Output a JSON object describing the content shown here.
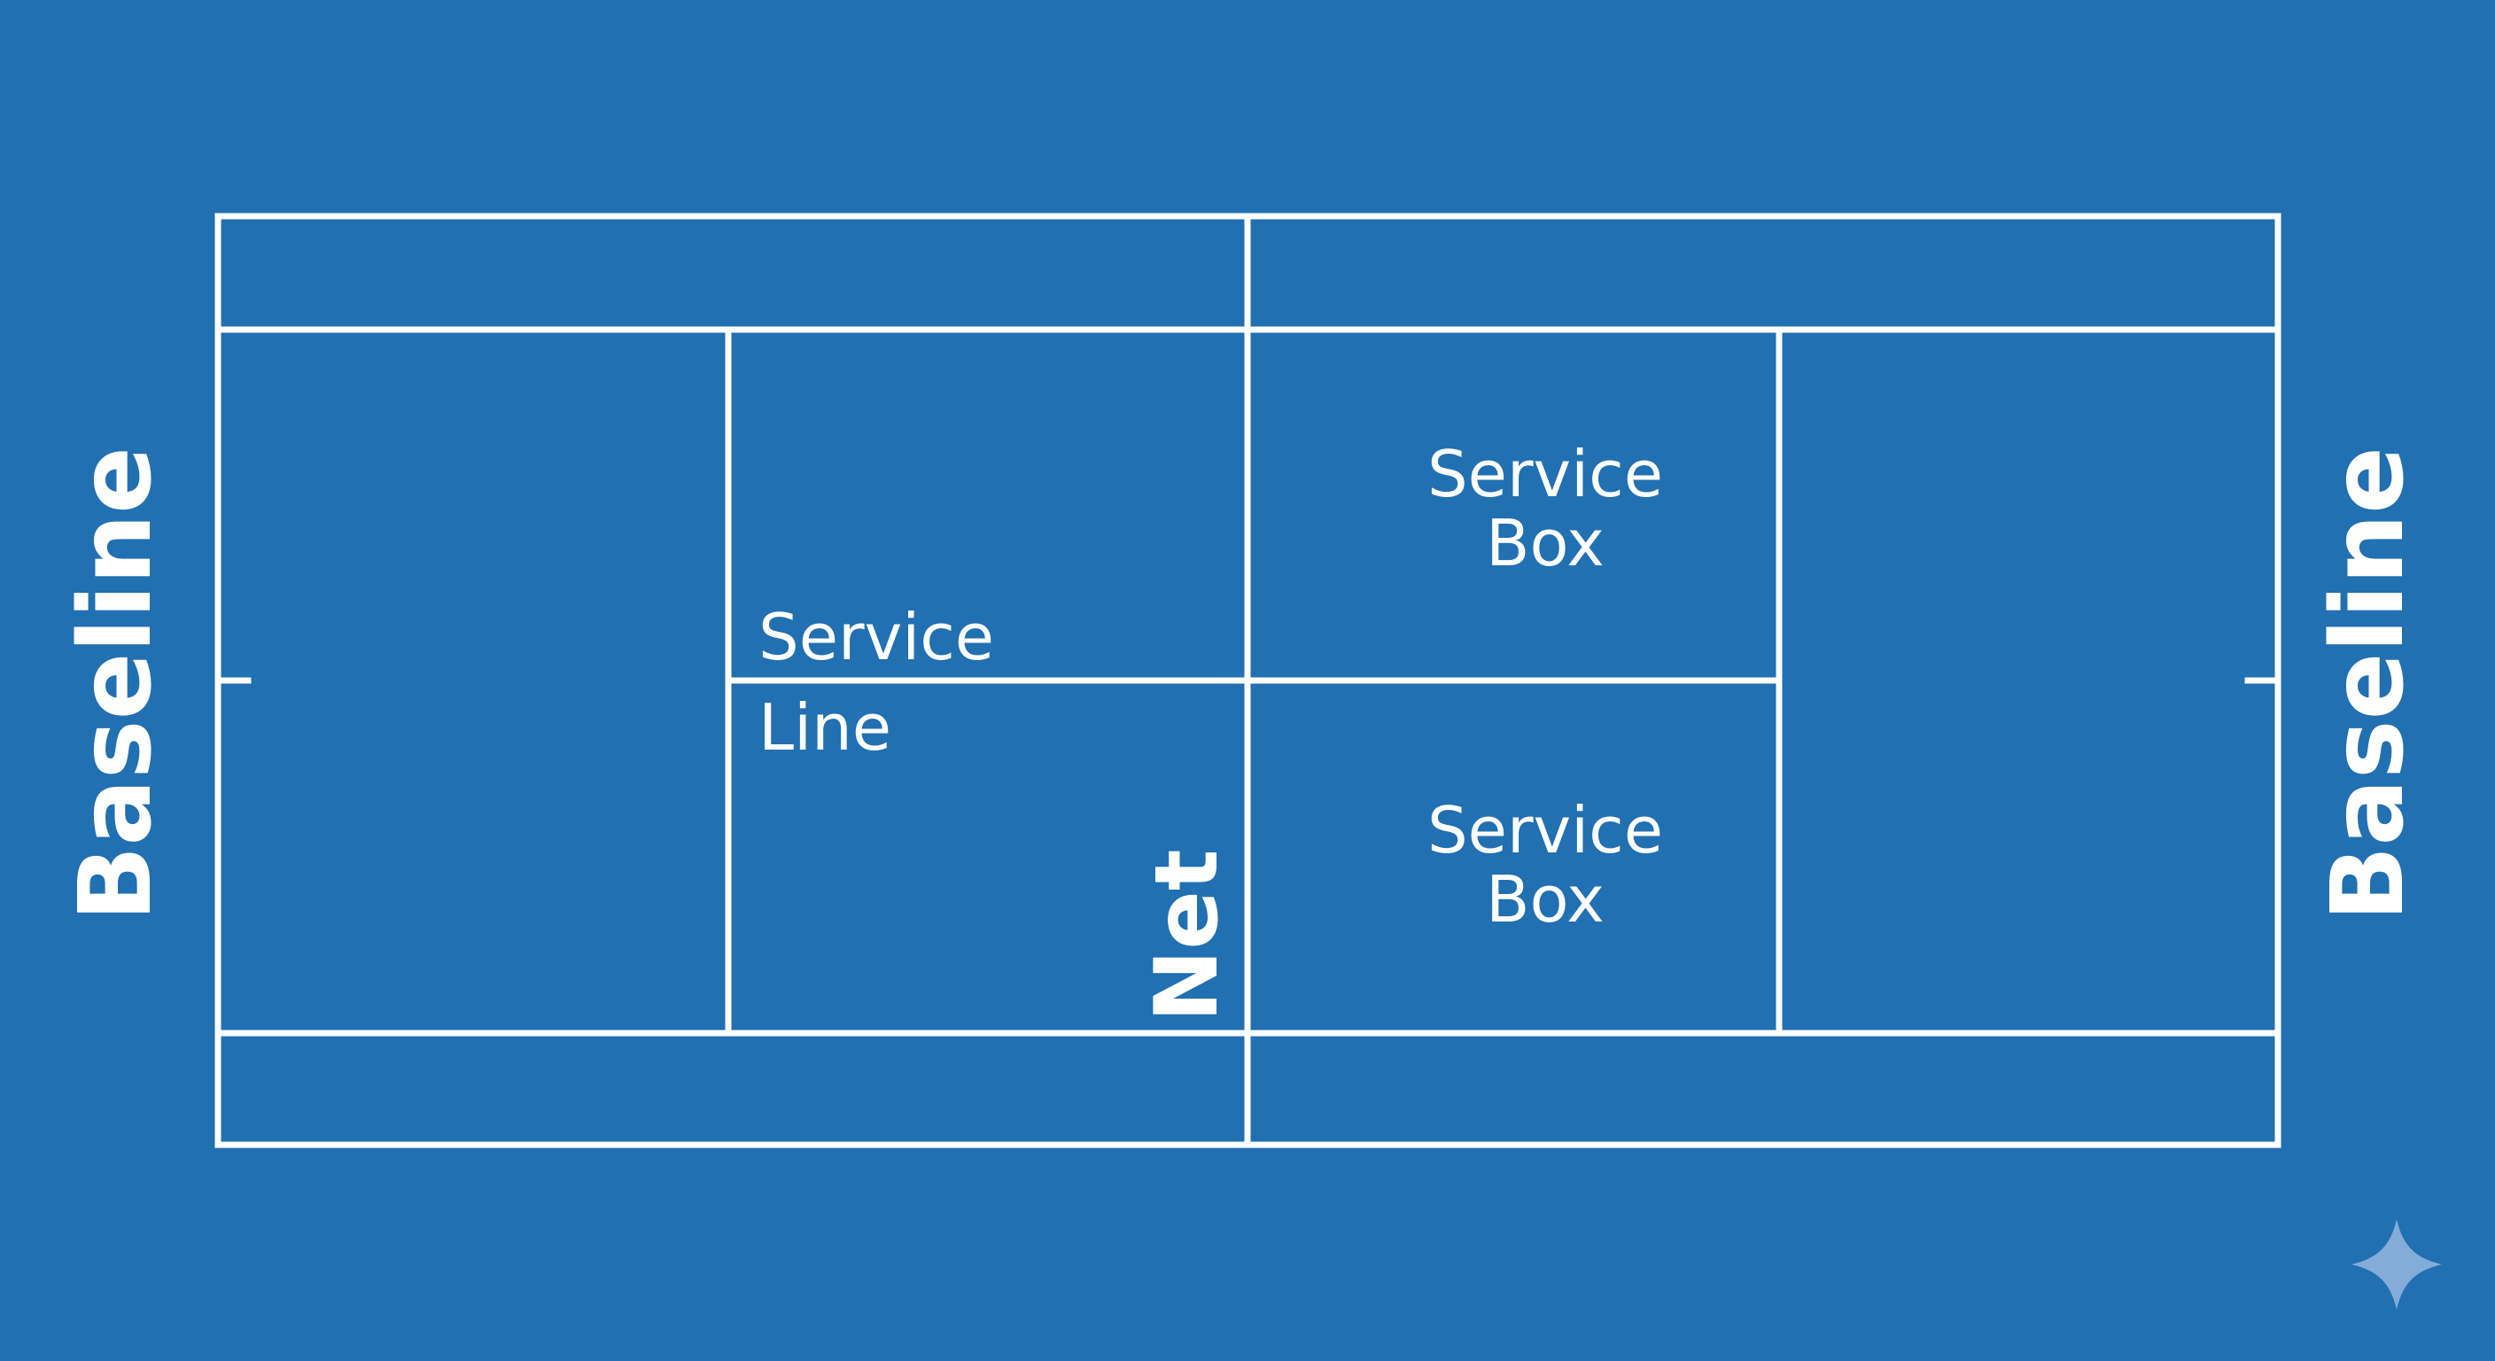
{
  "diagram": {
    "background_color": "#2170b1",
    "line_color": "#ffffff",
    "labels": {
      "baseline_left": "Baseline",
      "baseline_right": "Baseline",
      "service_line_top": "Service",
      "service_line_bottom": "Line",
      "net": "Net",
      "service_box_top_line1": "Service",
      "service_box_top_line2": "Box",
      "service_box_bottom_line1": "Service",
      "service_box_bottom_line2": "Box"
    },
    "decoration": {
      "corner_icon": "sparkle-icon"
    }
  }
}
